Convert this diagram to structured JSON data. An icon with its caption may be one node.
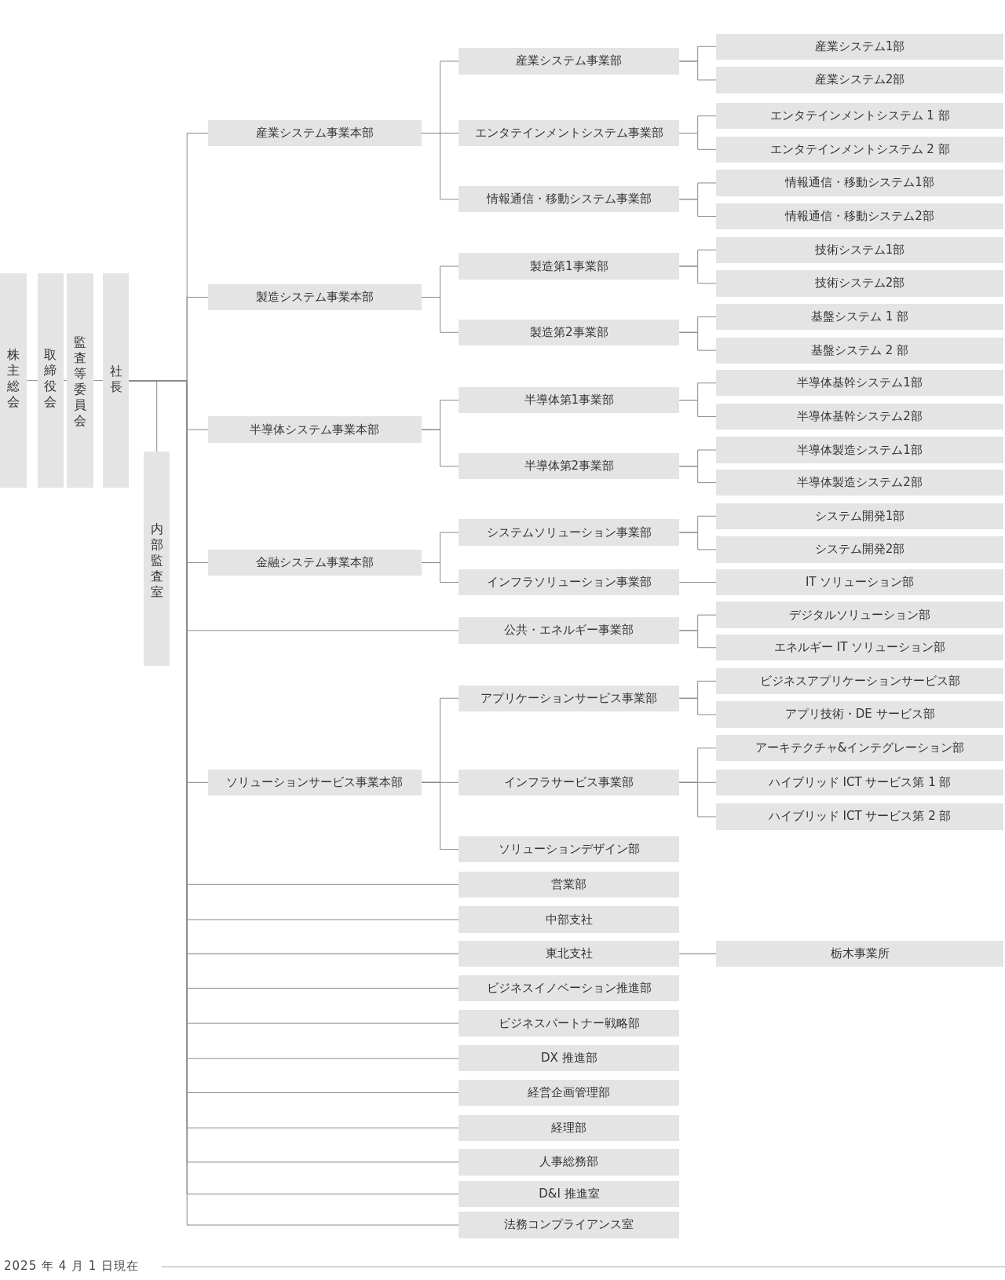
{
  "diagram": {
    "nodes": [
      {
        "text": [
          "株主総会"
        ]
      },
      {
        "text": [
          "取締役会"
        ]
      },
      {
        "text": [
          "監査等委員会"
        ]
      },
      {
        "text": [
          "社長"
        ]
      },
      {
        "text": [
          "内部監査室"
        ]
      },
      {
        "text": [
          "産業システム事業本部"
        ]
      },
      {
        "text": [
          "産業システム事業部"
        ]
      },
      {
        "text": [
          "産業システム1部"
        ]
      },
      {
        "text": [
          "産業システム2部"
        ]
      },
      {
        "text": [
          "エンタテインメントシステム事業部"
        ]
      },
      {
        "text": [
          "エンタテインメントシステム 1 部"
        ]
      },
      {
        "text": [
          "エンタテインメントシステム 2 部"
        ]
      },
      {
        "text": [
          "情報通信・移動システム事業部"
        ]
      },
      {
        "text": [
          "情報通信・移動システム1部"
        ]
      },
      {
        "text": [
          "情報通信・移動システム2部"
        ]
      },
      {
        "text": [
          "製造システム事業本部"
        ]
      },
      {
        "text": [
          "製造第1事業部"
        ]
      },
      {
        "text": [
          "技術システム1部"
        ]
      },
      {
        "text": [
          "技術システム2部"
        ]
      },
      {
        "text": [
          "製造第2事業部"
        ]
      },
      {
        "text": [
          "基盤システム 1 部"
        ]
      },
      {
        "text": [
          "基盤システム 2 部"
        ]
      },
      {
        "text": [
          "半導体システム事業本部"
        ]
      },
      {
        "text": [
          "半導体第1事業部"
        ]
      },
      {
        "text": [
          "半導体基幹システム1部"
        ]
      },
      {
        "text": [
          "半導体基幹システム2部"
        ]
      },
      {
        "text": [
          "半導体第2事業部"
        ]
      },
      {
        "text": [
          "半導体製造システム1部"
        ]
      },
      {
        "text": [
          "半導体製造システム2部"
        ]
      },
      {
        "text": [
          "金融システム事業本部"
        ]
      },
      {
        "text": [
          "システムソリューション事業部"
        ]
      },
      {
        "text": [
          "システム開発1部"
        ]
      },
      {
        "text": [
          "システム開発2部"
        ]
      },
      {
        "text": [
          "インフラソリューション事業部"
        ]
      },
      {
        "text": [
          "IT ソリューション部"
        ]
      },
      {
        "text": [
          "公共・エネルギー事業部"
        ]
      },
      {
        "text": [
          "デジタルソリューション部"
        ]
      },
      {
        "text": [
          "エネルギー IT ソリューション部"
        ]
      },
      {
        "text": [
          "ソリューションサービス事業本部"
        ]
      },
      {
        "text": [
          "アプリケーションサービス事業部"
        ]
      },
      {
        "text": [
          "ビジネスアプリケーションサービス部"
        ]
      },
      {
        "text": [
          "アプリ技術・DE サービス部"
        ]
      },
      {
        "text": [
          "インフラサービス事業部"
        ]
      },
      {
        "text": [
          "アーキテクチャ&インテグレーション部"
        ]
      },
      {
        "text": [
          "ハイブリッド ICT サービス第 1 部"
        ]
      },
      {
        "text": [
          "ハイブリッド ICT サービス第 2 部"
        ]
      },
      {
        "text": [
          "ソリューションデザイン部"
        ]
      },
      {
        "text": [
          "営業部"
        ]
      },
      {
        "text": [
          "中部支社"
        ]
      },
      {
        "text": [
          "東北支社"
        ]
      },
      {
        "text": [
          "栃木事業所"
        ]
      },
      {
        "text": [
          "ビジネスイノベーション推進部"
        ]
      },
      {
        "text": [
          "ビジネスパートナー戦略部"
        ]
      },
      {
        "text": [
          "DX 推進部"
        ]
      },
      {
        "text": [
          "経営企画管理部"
        ]
      },
      {
        "text": [
          "経理部"
        ]
      },
      {
        "text": [
          "人事総務部"
        ]
      },
      {
        "text": [
          "D&I 推進室"
        ]
      },
      {
        "text": [
          "法務コンプライアンス室"
        ]
      }
    ],
    "edges": [
      {
        "from": 0,
        "to": 1,
        "arrow": "none"
      },
      {
        "from": 1,
        "to": 2,
        "arrow": "none"
      },
      {
        "from": 2,
        "to": 3,
        "arrow": "none"
      },
      {
        "from": 3,
        "to": 4,
        "arrow": "none"
      },
      {
        "from": 3,
        "to": 5,
        "arrow": "none"
      },
      {
        "from": 5,
        "to": 6,
        "arrow": "none"
      },
      {
        "from": 6,
        "to": 7,
        "arrow": "none"
      },
      {
        "from": 6,
        "to": 8,
        "arrow": "none"
      },
      {
        "from": 5,
        "to": 9,
        "arrow": "none"
      },
      {
        "from": 9,
        "to": 10,
        "arrow": "none"
      },
      {
        "from": 9,
        "to": 11,
        "arrow": "none"
      },
      {
        "from": 5,
        "to": 12,
        "arrow": "none"
      },
      {
        "from": 12,
        "to": 13,
        "arrow": "none"
      },
      {
        "from": 12,
        "to": 14,
        "arrow": "none"
      },
      {
        "from": 3,
        "to": 15,
        "arrow": "none"
      },
      {
        "from": 15,
        "to": 16,
        "arrow": "none"
      },
      {
        "from": 16,
        "to": 17,
        "arrow": "none"
      },
      {
        "from": 16,
        "to": 18,
        "arrow": "none"
      },
      {
        "from": 15,
        "to": 19,
        "arrow": "none"
      },
      {
        "from": 19,
        "to": 20,
        "arrow": "none"
      },
      {
        "from": 19,
        "to": 21,
        "arrow": "none"
      },
      {
        "from": 3,
        "to": 22,
        "arrow": "none"
      },
      {
        "from": 22,
        "to": 23,
        "arrow": "none"
      },
      {
        "from": 23,
        "to": 24,
        "arrow": "none"
      },
      {
        "from": 23,
        "to": 25,
        "arrow": "none"
      },
      {
        "from": 22,
        "to": 26,
        "arrow": "none"
      },
      {
        "from": 26,
        "to": 27,
        "arrow": "none"
      },
      {
        "from": 26,
        "to": 28,
        "arrow": "none"
      },
      {
        "from": 3,
        "to": 29,
        "arrow": "none"
      },
      {
        "from": 29,
        "to": 30,
        "arrow": "none"
      },
      {
        "from": 30,
        "to": 31,
        "arrow": "none"
      },
      {
        "from": 30,
        "to": 32,
        "arrow": "none"
      },
      {
        "from": 29,
        "to": 33,
        "arrow": "none"
      },
      {
        "from": 33,
        "to": 34,
        "arrow": "none"
      },
      {
        "from": 3,
        "to": 35,
        "arrow": "none"
      },
      {
        "from": 35,
        "to": 36,
        "arrow": "none"
      },
      {
        "from": 35,
        "to": 37,
        "arrow": "none"
      },
      {
        "from": 3,
        "to": 38,
        "arrow": "none"
      },
      {
        "from": 38,
        "to": 39,
        "arrow": "none"
      },
      {
        "from": 39,
        "to": 40,
        "arrow": "none"
      },
      {
        "from": 39,
        "to": 41,
        "arrow": "none"
      },
      {
        "from": 38,
        "to": 42,
        "arrow": "none"
      },
      {
        "from": 42,
        "to": 43,
        "arrow": "none"
      },
      {
        "from": 42,
        "to": 44,
        "arrow": "none"
      },
      {
        "from": 42,
        "to": 45,
        "arrow": "none"
      },
      {
        "from": 38,
        "to": 46,
        "arrow": "none"
      },
      {
        "from": 3,
        "to": 47,
        "arrow": "none"
      },
      {
        "from": 3,
        "to": 48,
        "arrow": "none"
      },
      {
        "from": 3,
        "to": 49,
        "arrow": "none"
      },
      {
        "from": 49,
        "to": 50,
        "arrow": "none"
      },
      {
        "from": 3,
        "to": 51,
        "arrow": "none"
      },
      {
        "from": 3,
        "to": 52,
        "arrow": "none"
      },
      {
        "from": 3,
        "to": 53,
        "arrow": "none"
      },
      {
        "from": 3,
        "to": 54,
        "arrow": "none"
      },
      {
        "from": 3,
        "to": 55,
        "arrow": "none"
      },
      {
        "from": 3,
        "to": 56,
        "arrow": "none"
      },
      {
        "from": 3,
        "to": 57,
        "arrow": "none"
      },
      {
        "from": 3,
        "to": 58,
        "arrow": "none"
      }
    ],
    "labels": [
      "2025 年 4 月 1 日現在"
    ]
  }
}
